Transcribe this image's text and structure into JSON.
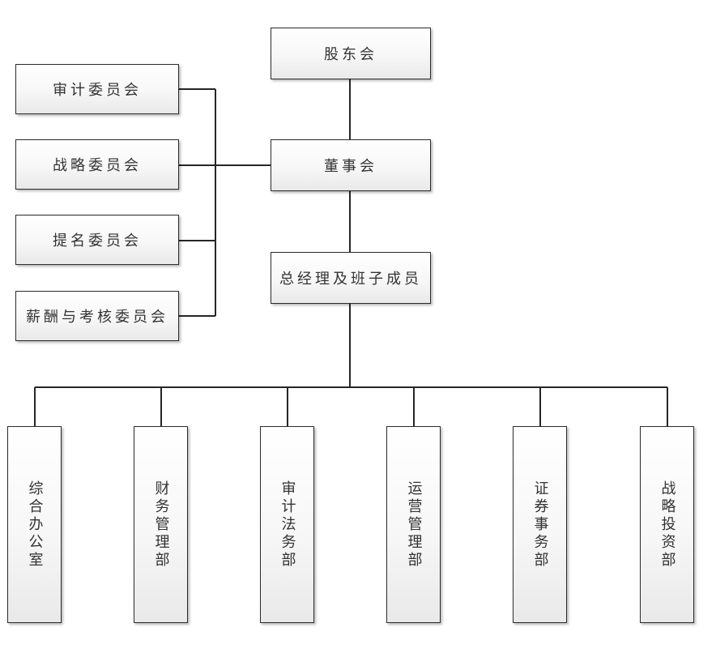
{
  "top": {
    "shareholders": "股东会",
    "board": "董事会",
    "gm": "总经理及班子成员"
  },
  "committees": [
    "审计委员会",
    "战略委员会",
    "提名委员会",
    "薪酬与考核委员会"
  ],
  "departments": [
    "综合办公室",
    "财务管理部",
    "审计法务部",
    "运营管理部",
    "证券事务部",
    "战略投资部"
  ]
}
